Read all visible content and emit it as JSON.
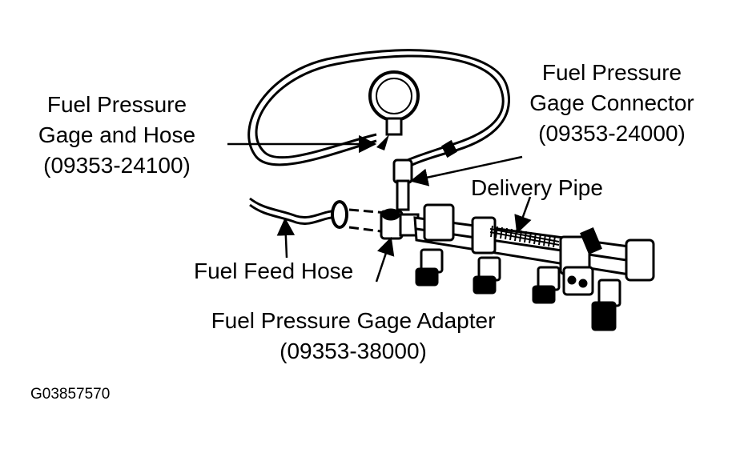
{
  "labels": {
    "gage_and_hose": {
      "line1": "Fuel Pressure",
      "line2": "Gage and Hose",
      "line3": "(09353-24100)"
    },
    "gage_connector": {
      "line1": "Fuel Pressure",
      "line2": "Gage Connector",
      "line3": "(09353-24000)"
    },
    "delivery_pipe": "Delivery Pipe",
    "feed_hose": "Fuel Feed Hose",
    "gage_adapter": {
      "line1": "Fuel Pressure Gage Adapter",
      "line2": "(09353-38000)"
    }
  },
  "figure_ref": "G03857570",
  "colors": {
    "ink": "#000000",
    "paper": "#ffffff"
  }
}
